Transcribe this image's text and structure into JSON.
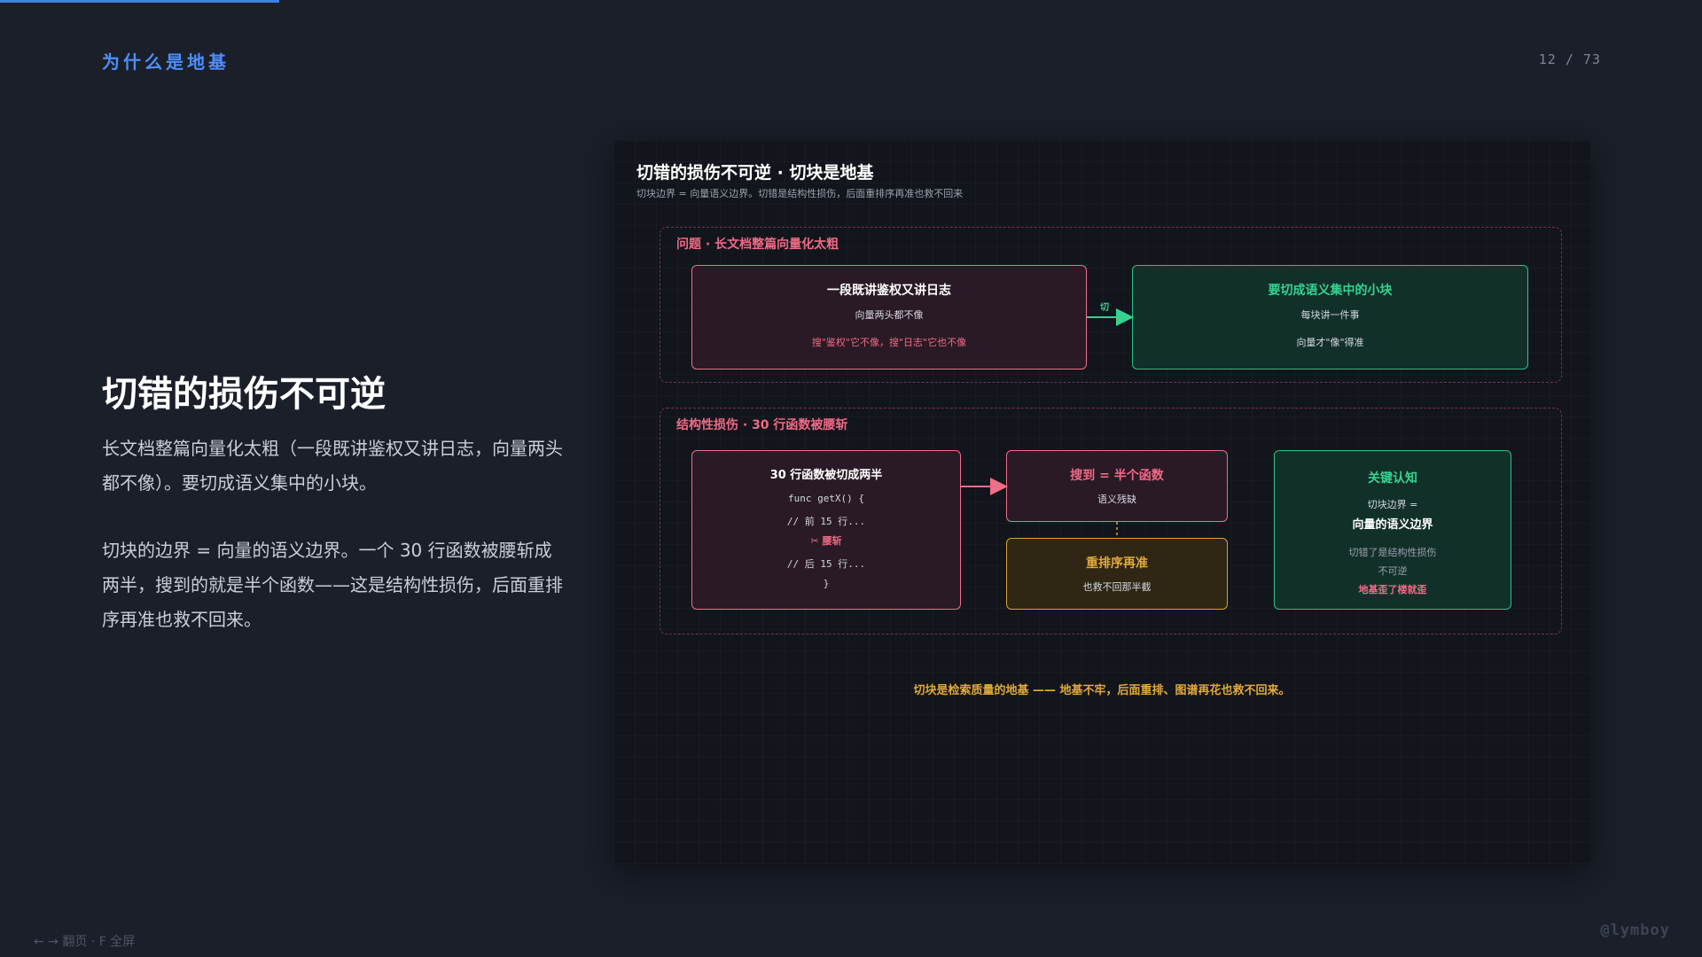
{
  "progress": {
    "fraction": 0.164
  },
  "header": {
    "section_title": "为什么是地基",
    "page_counter": "12 / 73"
  },
  "left": {
    "heading": "切错的损伤不可逆",
    "para1": "长文档整篇向量化太粗（一段既讲鉴权又讲日志，向量两头都不像）。要切成语义集中的小块。",
    "para2": "切块的边界 = 向量的语义边界。一个 30 行函数被腰斩成两半，搜到的就是半个函数——这是结构性损伤，后面重排序再准也救不回来。"
  },
  "diagram": {
    "title": "切错的损伤不可逆 · 切块是地基",
    "subtitle": "切块边界 = 向量语义边界。切错是结构性损伤，后面重排序再准也救不回来",
    "group1": {
      "label": "问题 · 长文档整篇向量化太粗",
      "box_a": {
        "title": "一段既讲鉴权又讲日志",
        "line1": "向量两头都不像",
        "line2": "搜\"鉴权\"它不像，搜\"日志\"它也不像"
      },
      "arrow_label": "切",
      "box_b": {
        "title": "要切成语义集中的小块",
        "line1": "每块讲一件事",
        "line2": "向量才\"像\"得准"
      }
    },
    "group2": {
      "label": "结构性损伤 · 30 行函数被腰斩",
      "box_c": {
        "title": "30 行函数被切成两半",
        "code1": "func getX() {",
        "code2": "// 前 15 行...",
        "cut": "✂ 腰斩",
        "code3": "// 后 15 行...",
        "code4": "}"
      },
      "box_d": {
        "title": "搜到 = 半个函数",
        "line1": "语义残缺"
      },
      "box_e": {
        "title": "重排序再准",
        "line1": "也救不回那半截"
      },
      "box_f": {
        "title": "关键认知",
        "line1": "切块边界 =",
        "line2": "向量的语义边界",
        "line3": "切错了是结构性损伤",
        "line4": "不可逆",
        "line5": "地基歪了楼就歪"
      }
    },
    "conclusion": "切块是检索质量的地基 —— 地基不牢，后面重排、图谱再花也救不回来。"
  },
  "footer": {
    "nav_hint": "← → 翻页 · F 全屏",
    "watermark": "@lymboy"
  },
  "colors": {
    "accent": "#4d8fff",
    "pink": "#f06a86",
    "green": "#35d38f",
    "yellow": "#e2a93a"
  }
}
